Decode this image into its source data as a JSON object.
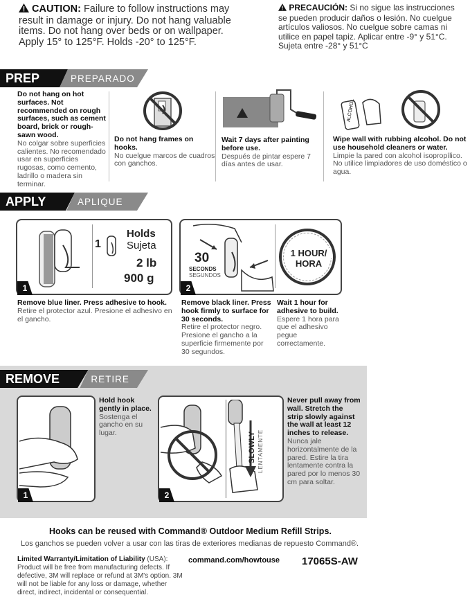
{
  "caution": {
    "en_label": "CAUTION:",
    "en_text": "Failure to follow instructions may result in damage or injury. Do not hang valuable items. Do not hang over beds or on wallpaper. Apply 15° to 125°F. Holds -20° to 125°F.",
    "es_label": "PRECAUCIÓN:",
    "es_text": "Si no sigue las instrucciones se pueden producir daños o lesión. No cuelgue artículos valiosos. No cuelgue sobre camas ni utilice en papel tapiz. Aplicar entre -9° y 51°C. Sujeta entre -28° y 51°C"
  },
  "prep": {
    "title": "PREP",
    "title_es": "PREPARADO",
    "items": [
      {
        "en": "Do not hang on hot surfaces. Not recommended on rough surfaces, such as cement board, brick or rough-sawn wood.",
        "es": "No colgar sobre superficies calientes. No recomendado usar en superficies rugosas, como cemento, ladrillo o madera sin terminar."
      },
      {
        "en": "Do not hang frames on hooks.",
        "es": "No cuelgue marcos de cuadros con ganchos."
      },
      {
        "en": "Wait 7 days after painting before use.",
        "es": "Después de pintar espere 7 días antes de usar."
      },
      {
        "en": "Wipe wall with rubbing alcohol. Do not use household cleaners or water.",
        "es": "Limpie la pared con alcohol isopropílico. No utilice limpiadores de uso doméstico o agua."
      }
    ],
    "alcohol_label": "ALCOHOL"
  },
  "apply": {
    "title": "APPLY",
    "title_es": "APLIQUE",
    "holds_qty": "1",
    "holds_en": "Holds",
    "holds_es": "Sujeta",
    "holds_lb": "2 lb",
    "holds_g": "900 g",
    "seconds_num": "30",
    "seconds_en": "SECONDS",
    "seconds_es": "SEGUNDOS",
    "hour_en": "1 HOUR/",
    "hour_es": "HORA",
    "step1_num": "1",
    "step2_num": "2",
    "step1_en": "Remove blue liner. Press adhesive to hook.",
    "step1_es": "Retire el protector azul. Presione el adhesivo en el gancho.",
    "step2_en": "Remove black liner. Press hook firmly to surface for 30 seconds.",
    "step2_es": "Retire el protector negro. Presione el gancho a la superficie firmemente por 30 segundos.",
    "step3_en": "Wait 1 hour for adhesive to build.",
    "step3_es": "Espere 1 hora para que el adhesivo pegue correctamente."
  },
  "remove": {
    "title": "REMOVE",
    "title_es": "RETIRE",
    "step1_num": "1",
    "step2_num": "2",
    "step1_en": "Hold hook gently in place.",
    "step1_es": "Sostenga el gancho en su lugar.",
    "slowly_en": "SLOWLY",
    "slowly_es": "LENTAMENTE",
    "step2_en": "Never pull away from wall. Stretch the strip slowly against the wall at least 12 inches to release.",
    "step2_es": "Nunca jale horizontalmente de la pared. Estire la tira lentamente contra la pared por lo menos 30 cm para soltar."
  },
  "footer": {
    "reuse_en": "Hooks can be reused with Command® Outdoor Medium Refill Strips.",
    "reuse_es": "Los ganchos se pueden volver a usar con las tiras de exteriores medianas de repuesto Command®.",
    "warranty_label": "Limited Warranty/Limitation of Liability",
    "warranty_region": "(USA):",
    "warranty_text": "Product will be free from manufacturing defects. If defective, 3M will replace or refund at 3M's option. 3M will not be liable for any loss or damage, whether direct, indirect, incidental or consequential.",
    "url": "command.com/howtouse",
    "code": "17065S-AW"
  }
}
